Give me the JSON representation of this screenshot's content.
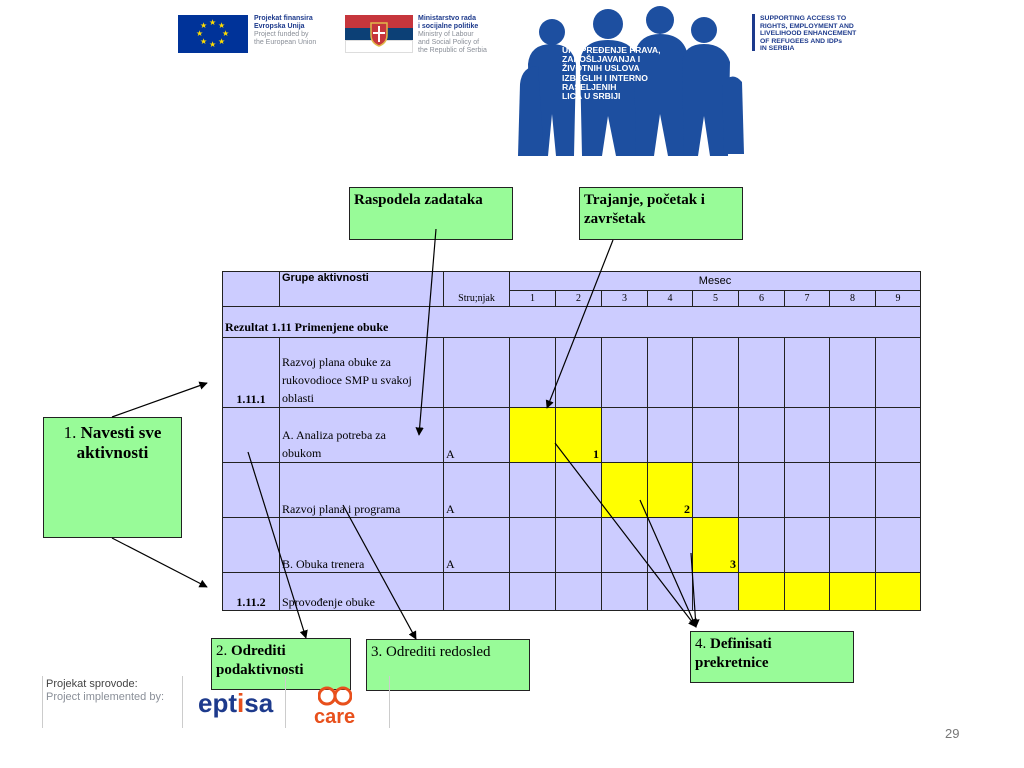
{
  "header": {
    "eu_logo": {
      "line1": "Projekat finansira",
      "line2": "Evropska Unija",
      "line3": "Project funded by",
      "line4": "the European Union"
    },
    "ministry_logo": {
      "line1": "Ministarstvo rada",
      "line2": "i socijalne politike",
      "line3": "Ministry of Labour",
      "line4": "and Social Policy of",
      "line5": "the Republic of Serbia"
    },
    "campaign_lines": [
      "UNAPREĐENJE PRAVA,",
      "ZAPOŠLJAVANJA I",
      "ŽIVOTNIH USLOVA",
      "IZBEGLIH I INTERNO",
      "RASELJENIH",
      "LICA U SRBIJI"
    ],
    "side_title_lines": [
      "SUPPORTING ACCESS TO",
      "RIGHTS, EMPLOYMENT AND",
      "LIVELIHOOD ENHANCEMENT",
      "OF REFUGEES AND IDPs",
      "IN SERBIA"
    ]
  },
  "callouts": {
    "raspodela": "Raspodela zadataka",
    "trajanje_line1": "Trajanje, početak i",
    "trajanje_line2": "završetak",
    "navesti_num": "1.",
    "navesti_line1": "Navesti sve",
    "navesti_line2": "aktivnosti",
    "odrediti_pod_num": "2.",
    "odrediti_pod_line1": "Odrediti",
    "odrediti_pod_line2": "podaktivnosti",
    "redosled": "3. Odrediti redosled",
    "prekretnice_num": "4.",
    "prekretnice_line1": "Definisati",
    "prekretnice_line2": "prekretnice"
  },
  "table": {
    "header_group": "Grupe aktivnosti",
    "header_mesec": "Mesec",
    "header_strucnjak": "Stru;njak",
    "months": [
      "1",
      "2",
      "3",
      "4",
      "5",
      "6",
      "7",
      "8",
      "9"
    ],
    "result_label": "Rezultat 1.11  Primenjene obuke",
    "rows": [
      {
        "code": "1.11.1",
        "line1": "Razvoj plana obuke za",
        "line2": "rukovodioce SMP u svakoj",
        "line3": "oblasti",
        "expert": ""
      },
      {
        "code": "",
        "line1": "",
        "line2": "A. Analiza potreba za",
        "line3": "obukom",
        "expert": "A"
      },
      {
        "code": "",
        "line1": "",
        "line2": "",
        "line3": "Razvoj plana i programa",
        "expert": "A"
      },
      {
        "code": "",
        "line1": "",
        "line2": "",
        "line3": "B. Obuka trenera",
        "expert": "A"
      },
      {
        "code": "1.11.2",
        "line1": "",
        "line2": "",
        "line3": "Sprovođenje obuke",
        "expert": ""
      }
    ],
    "milestones": [
      "1",
      "2",
      "3"
    ]
  },
  "footer": {
    "impl_line1": "Projekat sprovode:",
    "impl_line2": "Project implemented by:",
    "eptisa_a": "ept",
    "eptisa_i": "i",
    "eptisa_b": "sa",
    "care": "care",
    "page_number": "29"
  },
  "colors": {
    "grid_bg": "#ccccff",
    "highlight": "#ffff00",
    "callout_bg": "#98fb98",
    "brand_blue": "#1d3a8c"
  }
}
